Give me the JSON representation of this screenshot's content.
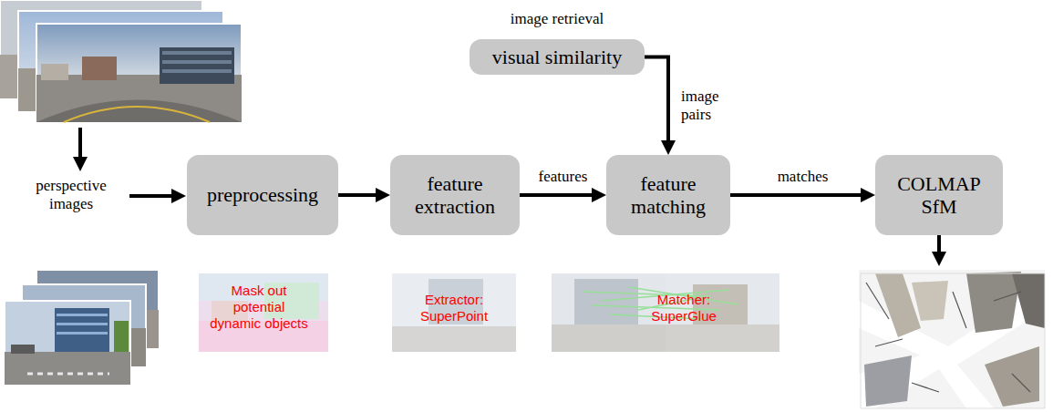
{
  "diagram": {
    "nodes": [
      {
        "text": [
          "image retrieval",
          "visual similarity"
        ]
      },
      {
        "text": [
          "preprocessing"
        ]
      },
      {
        "text": [
          "feature extraction"
        ]
      },
      {
        "text": [
          "feature matching"
        ]
      },
      {
        "text": [
          "COLMAP SfM"
        ]
      }
    ],
    "edges": [
      {
        "from": 1,
        "to": 2,
        "arrow": "to"
      },
      {
        "from": 2,
        "to": 3,
        "label": "features",
        "arrow": "to"
      },
      {
        "from": 0,
        "to": 3,
        "label": "image pairs",
        "arrow": "to"
      },
      {
        "from": 3,
        "to": 4,
        "label": "matches",
        "arrow": "to"
      }
    ],
    "labels": [
      "perspective images",
      "Mask out potential dynamic objects",
      "Extractor: SuperPoint",
      "Matcher: SuperGlue"
    ]
  }
}
